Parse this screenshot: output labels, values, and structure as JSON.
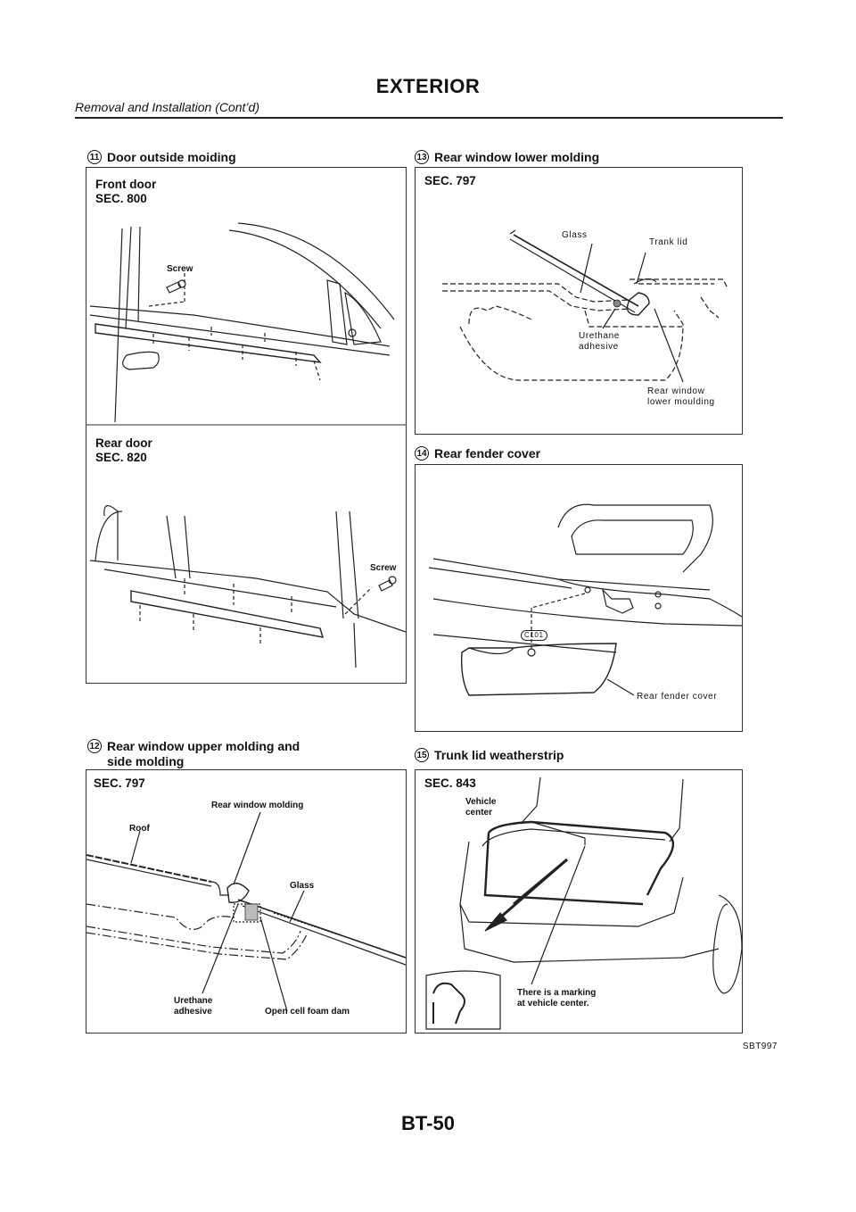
{
  "header": {
    "title": "EXTERIOR",
    "subtitle": "Removal and Installation (Cont’d)"
  },
  "sections": {
    "door_molding": {
      "number": "11",
      "title": "Door outside moiding",
      "front": {
        "label": "Front door\nSEC. 800",
        "screw": "Screw"
      },
      "rear": {
        "label": "Rear door\nSEC. 820",
        "screw": "Screw"
      }
    },
    "rear_upper": {
      "number": "12",
      "title": "Rear window upper molding and\nside molding",
      "sec": "SEC. 797",
      "callouts": {
        "rear_window_molding": "Rear window molding",
        "roof": "Roof",
        "glass": "Glass",
        "urethane": "Urethane\nadhesive",
        "foam": "Open cell foam dam"
      }
    },
    "rear_lower": {
      "number": "13",
      "title": "Rear window lower molding",
      "sec": "SEC. 797",
      "callouts": {
        "glass": "Glass",
        "trunk_lid": "Trank lid",
        "urethane": "Urethane\nadhesive",
        "lower_moulding": "Rear window\nlower moulding"
      }
    },
    "fender": {
      "number": "14",
      "title": "Rear fender cover",
      "callouts": {
        "clip": "C101",
        "cover": "Rear fender cover"
      }
    },
    "weatherstrip": {
      "number": "15",
      "title": "Trunk lid weatherstrip",
      "sec": "SEC. 843",
      "callouts": {
        "vehicle_center": "Vehicle\ncenter",
        "marking": "There is a marking\nat vehicle center."
      }
    }
  },
  "figure_code": "SBT997",
  "page_number": "BT-50"
}
